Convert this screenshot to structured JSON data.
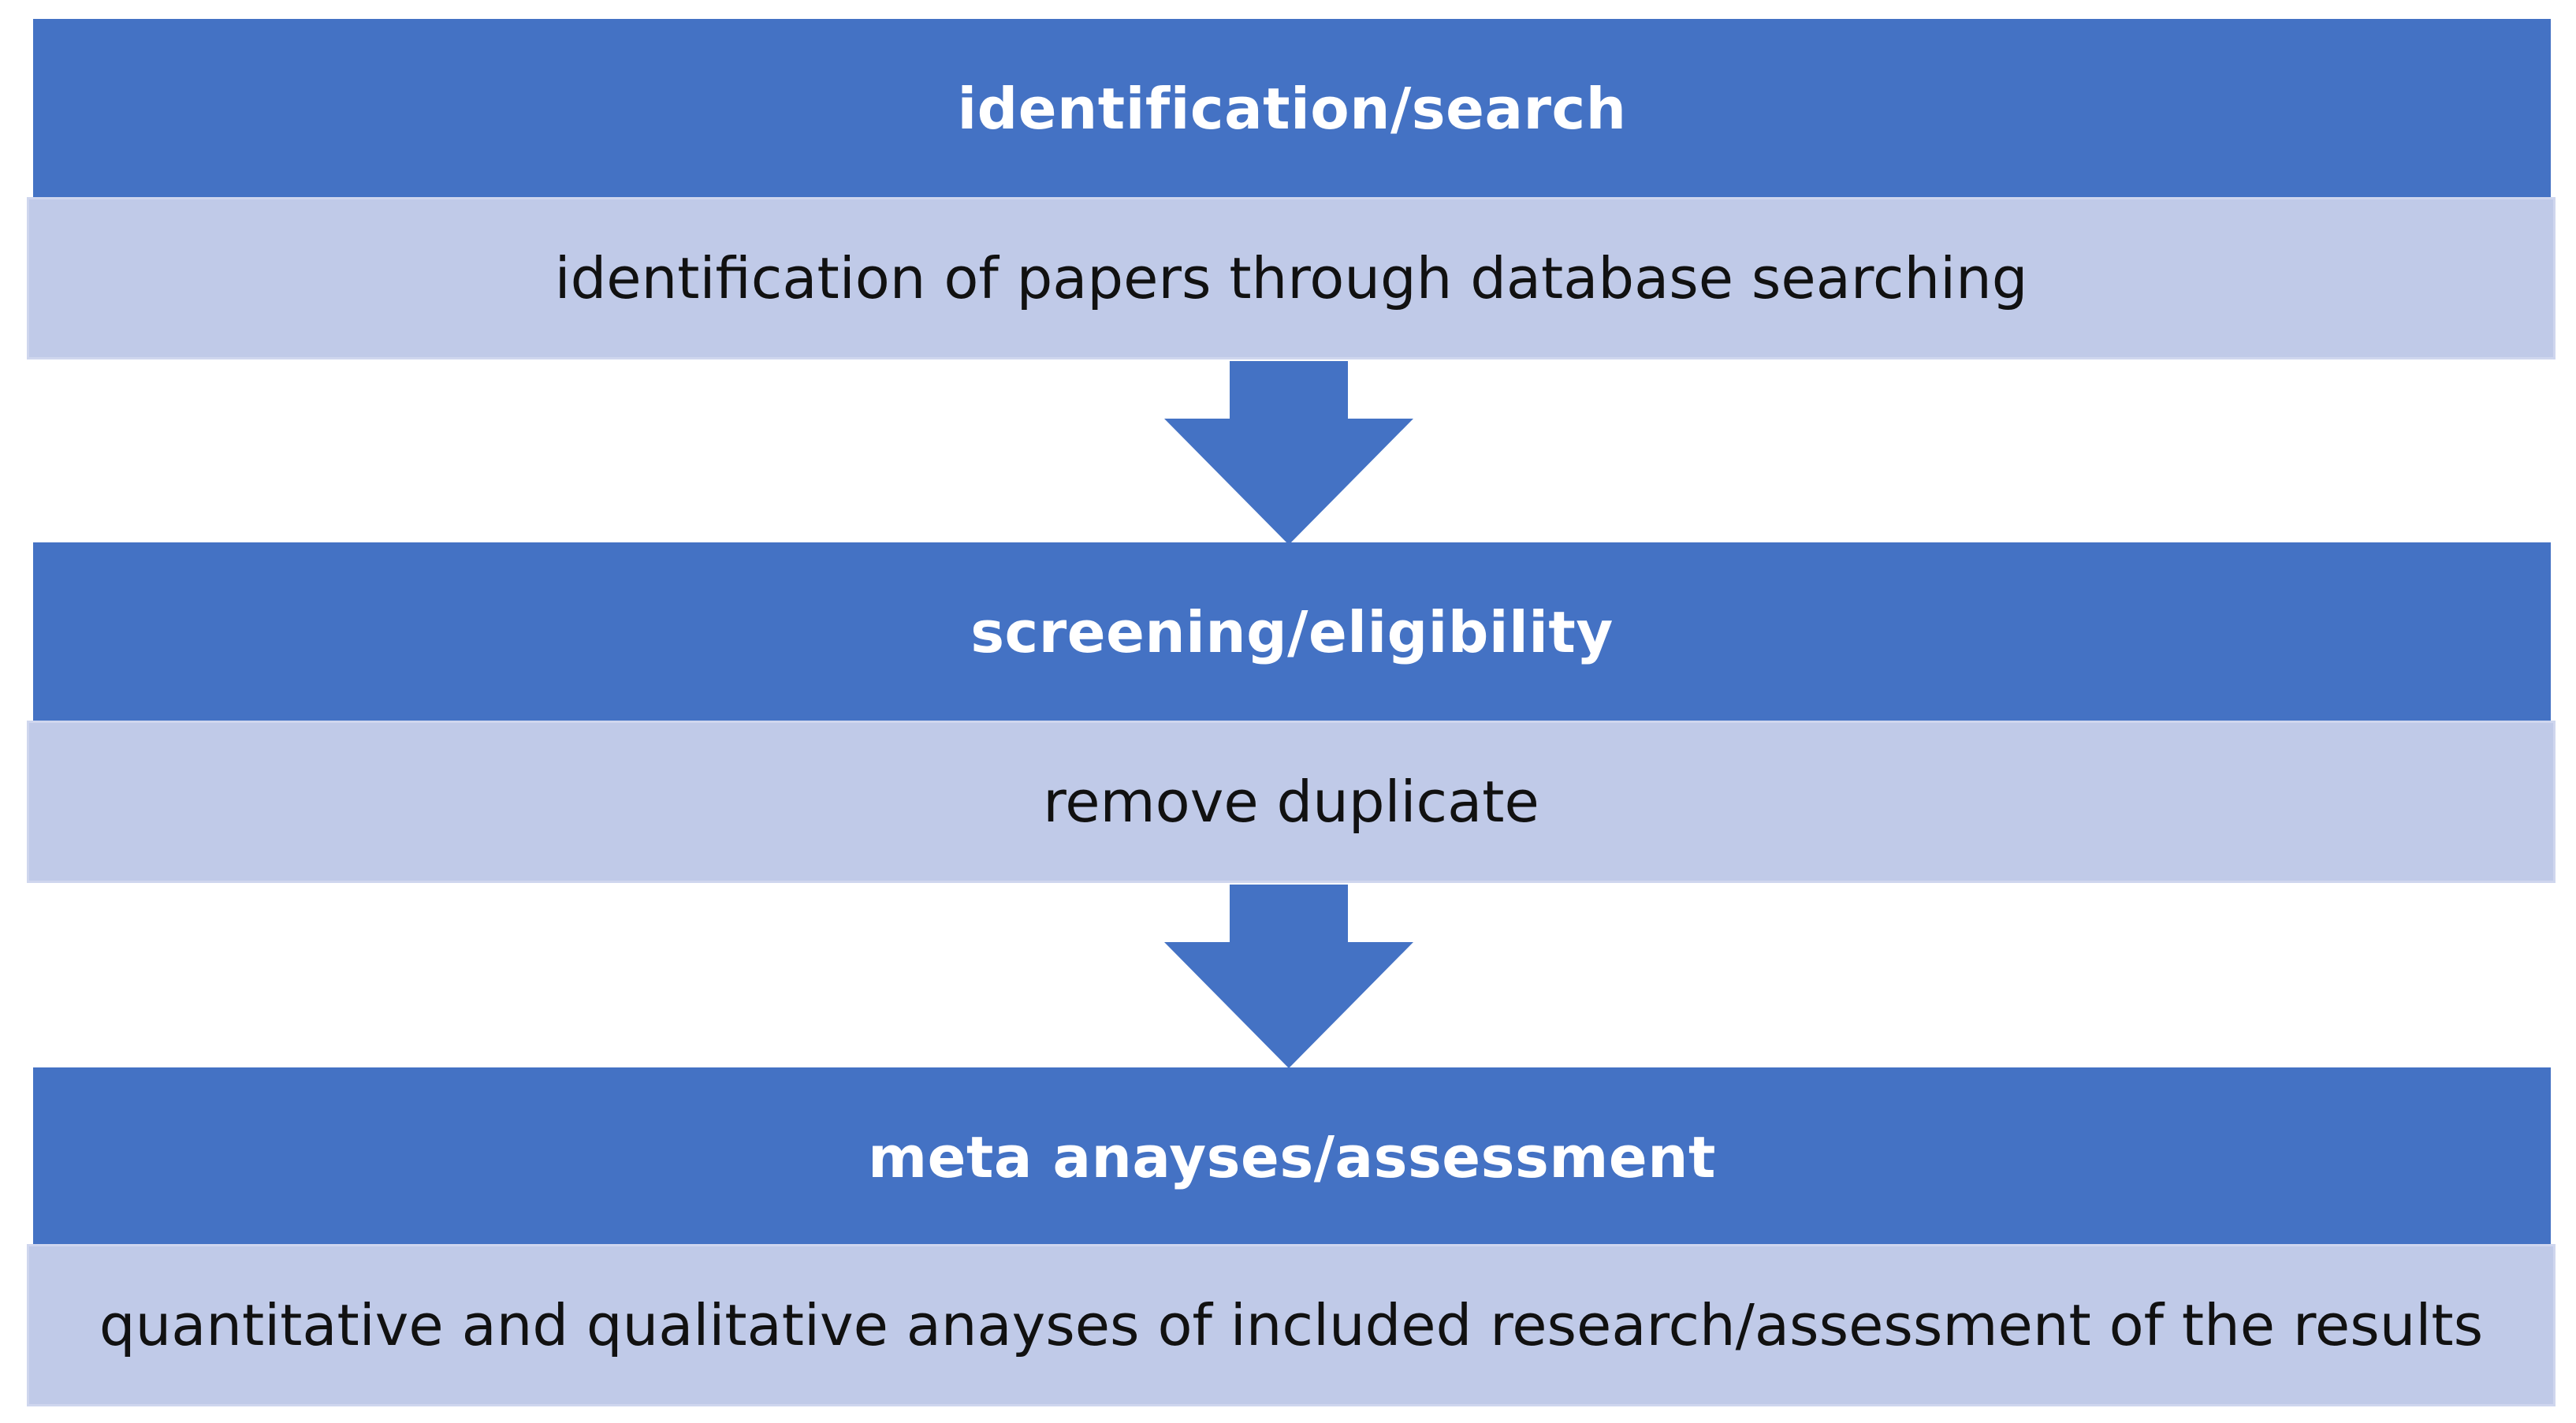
{
  "stages": [
    {
      "header": "identification/search",
      "description": "identification of papers through database searching"
    },
    {
      "header": "screening/eligibility",
      "description": "remove duplicate"
    },
    {
      "header": "meta anayses/assessment",
      "description": "quantitative and qualitative anayses of included research/assessment of the results"
    }
  ],
  "colors": {
    "header_fill": "#4472C4",
    "body_fill": "#C0CAE8",
    "arrow_fill": "#4472C4",
    "header_text": "#FFFFFF",
    "body_text": "#111111"
  },
  "arrows": [
    {
      "icon": "down-arrow-icon"
    },
    {
      "icon": "down-arrow-icon"
    }
  ]
}
